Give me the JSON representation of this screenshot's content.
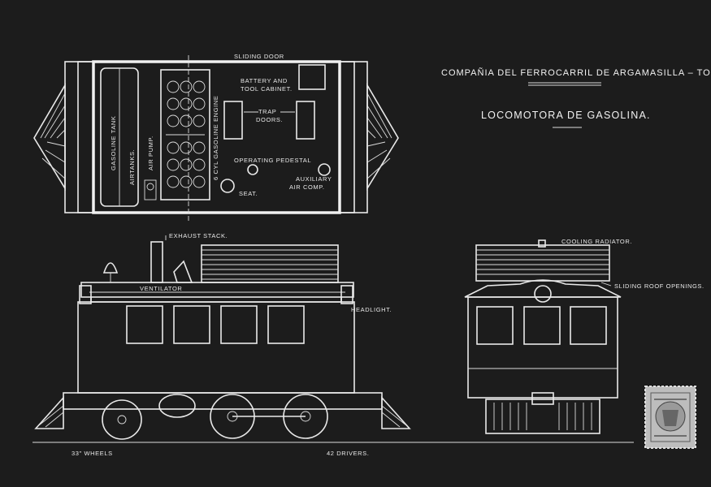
{
  "title": {
    "company": "COMPAÑIA DEL FERROCARRIL DE ARGAMASILLA – TOMELLOSO",
    "subtitle": "LOCOMOTORA DE GASOLINA."
  },
  "plan_view": {
    "sliding_door": "SLIDING DOOR",
    "battery_1": "BATTERY AND",
    "battery_2": "TOOL CABINET.",
    "trap_1": "TRAP",
    "trap_2": "DOORS.",
    "gasoline_tank": "GASOLINE TANK",
    "airtanks": "AIRTANKS.",
    "air_pump": "AIR PUMP.",
    "engine": "6 CYL GASOLINE ENGINE",
    "operating_pedestal": "OPERATING PEDESTAL",
    "seat": "SEAT.",
    "aux_1": "AUXILIARY",
    "aux_2": "AIR COMP."
  },
  "side_view": {
    "exhaust_stack": "EXHAUST STACK.",
    "ventilator": "VENTILATOR",
    "headlight": "HEADLIGHT.",
    "wheels": "33\" WHEELS",
    "drivers": "42 DRIVERS."
  },
  "end_view": {
    "cooling_radiator": "COOLING RADIATOR.",
    "sliding_roof": "SLIDING ROOF OPENINGS."
  },
  "colors": {
    "background": "#1c1c1c",
    "lines": "#e9e9e9",
    "stamp": "#bdbdbd"
  }
}
